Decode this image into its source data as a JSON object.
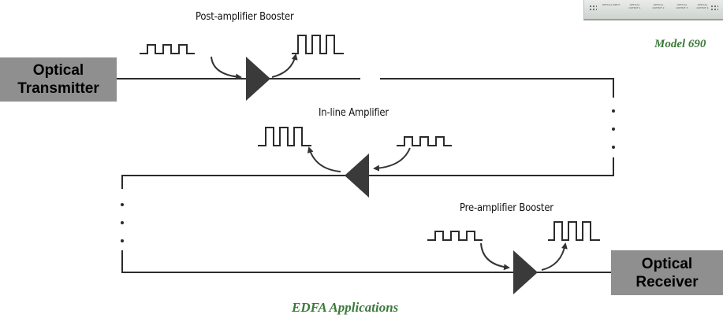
{
  "diagram": {
    "nodes": {
      "transmitter": {
        "line1": "Optical",
        "line2": "Transmitter"
      },
      "receiver": {
        "line1": "Optical",
        "line2": "Receiver"
      }
    },
    "amplifiers": {
      "post": "Post-amplifier Booster",
      "inline": "In-line Amplifier",
      "pre": "Pre-amplifier Booster"
    },
    "caption": "EDFA Applications",
    "model_caption": "Model 690",
    "device_ports": [
      "OPTICAL INPUT",
      "OPTICAL OUTPUT 1",
      "OPTICAL OUTPUT 2",
      "OPTICAL OUTPUT 3",
      "OPTICAL OUTPUT 4"
    ]
  },
  "colors": {
    "line": "#2b2b2b",
    "amplifier": "#3a3a3a",
    "box": "#8f8f8f",
    "caption": "#3b7a3b"
  }
}
